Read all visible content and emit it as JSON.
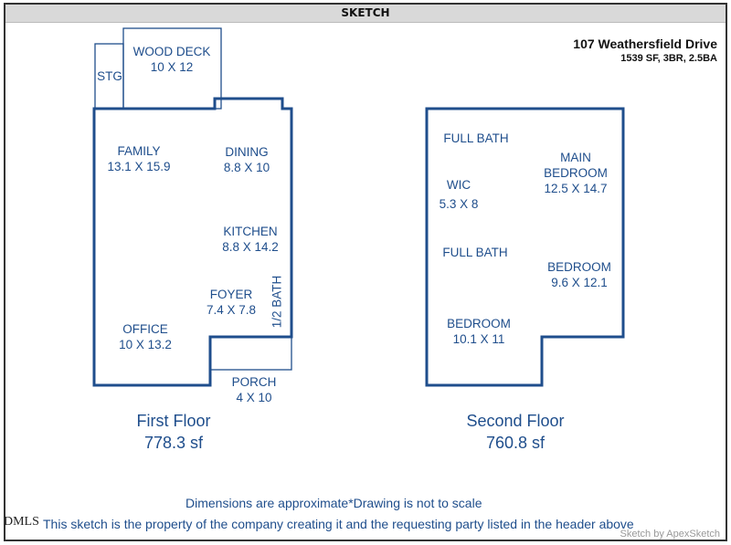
{
  "header": {
    "title": "SKETCH"
  },
  "property": {
    "address": "107 Weathersfield Drive",
    "summary": "1539 SF, 3BR, 2.5BA"
  },
  "first_floor": {
    "title": "First Floor",
    "area": "778.3 sf",
    "rooms": [
      {
        "name": "WOOD DECK",
        "dims": "10 X 12"
      },
      {
        "name": "STG",
        "dims": ""
      },
      {
        "name": "FAMILY",
        "dims": "13.1 X 15.9"
      },
      {
        "name": "DINING",
        "dims": "8.8 X 10"
      },
      {
        "name": "KITCHEN",
        "dims": "8.8 X 14.2"
      },
      {
        "name": "FOYER",
        "dims": "7.4 X 7.8"
      },
      {
        "name": "1/2 BATH",
        "dims": ""
      },
      {
        "name": "OFFICE",
        "dims": "10 X 13.2"
      },
      {
        "name": "PORCH",
        "dims": "4 X 10"
      }
    ]
  },
  "second_floor": {
    "title": "Second Floor",
    "area": "760.8 sf",
    "rooms": [
      {
        "name": "FULL BATH",
        "dims": ""
      },
      {
        "name": "MAIN BEDROOM",
        "line1": "MAIN",
        "line2": "BEDROOM",
        "dims": "12.5 X 14.7"
      },
      {
        "name": "WIC",
        "dims": "5.3 X 8"
      },
      {
        "name": "FULL BATH",
        "dims": ""
      },
      {
        "name": "BEDROOM",
        "dims": "9.6 X 12.1"
      },
      {
        "name": "BEDROOM",
        "dims": "10.1 X 11"
      }
    ]
  },
  "footer": {
    "disclaimer": "Dimensions are approximate*Drawing is not to scale",
    "ownership": "This sketch is the property of the company creating it and the requesting party listed in the header above",
    "watermark": "DMLS",
    "credit": "Sketch by ApexSketch"
  },
  "colors": {
    "line": "#1f4e8c",
    "text": "#1f4e8c",
    "header_bg": "#d9d9d9"
  }
}
